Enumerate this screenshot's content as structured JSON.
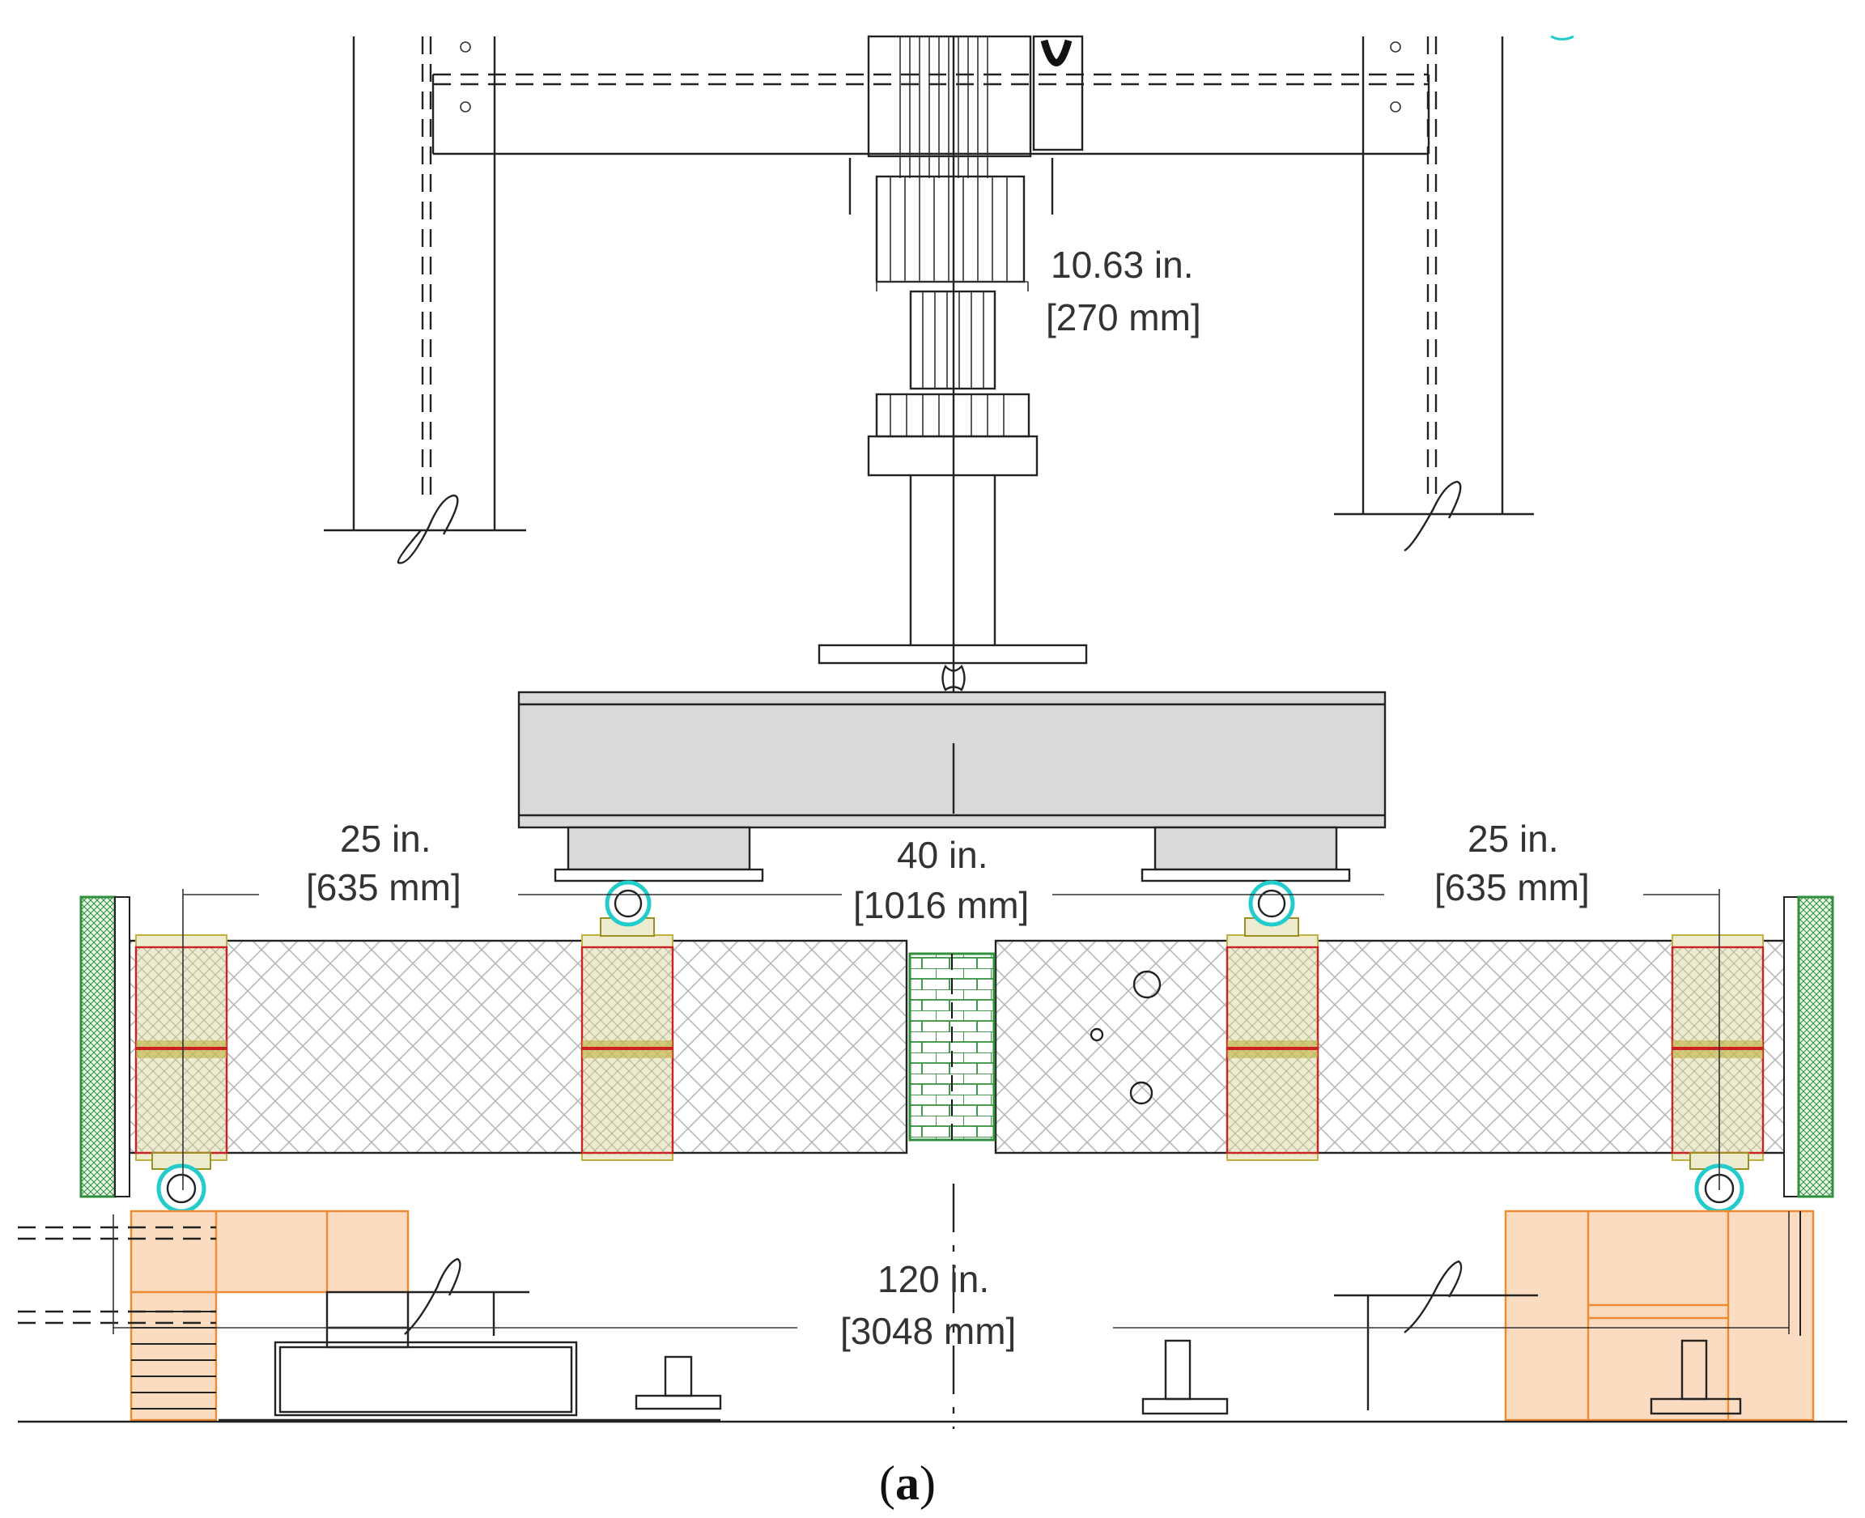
{
  "dimensions": {
    "actuator_width": {
      "imperial": "10.63 in.",
      "metric": "[270 mm]"
    },
    "left_overhang": {
      "imperial": "25 in.",
      "metric": "[635 mm]"
    },
    "load_span": {
      "imperial": "40 in.",
      "metric": "[1016 mm]"
    },
    "right_overhang": {
      "imperial": "25 in.",
      "metric": "[635 mm]"
    },
    "total_span": {
      "imperial": "120 in.",
      "metric": "[3048 mm]"
    }
  },
  "caption": {
    "open": "(",
    "letter": "a",
    "close": ")"
  },
  "colors": {
    "support_fill": "#fbdcc0",
    "support_stroke": "#f08a30",
    "end_block_fill": "#2f8f3a",
    "bearing_fill": "#ecebcf",
    "bearing_stroke": "#c0b040",
    "red_frame": "#cc2222",
    "roller": "#22cccc",
    "spreader_beam": "#d9d9d9"
  }
}
